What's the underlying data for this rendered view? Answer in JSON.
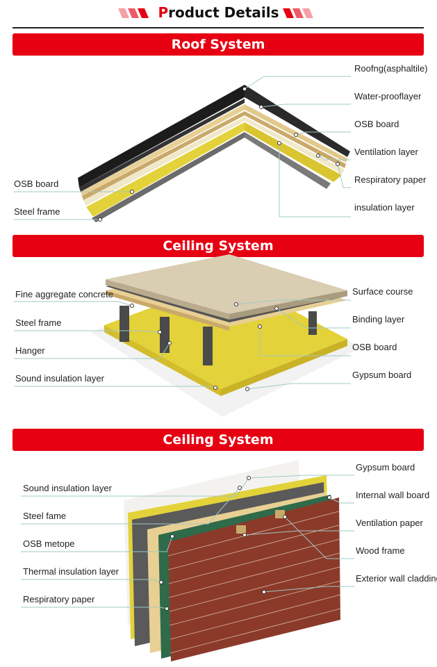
{
  "header": {
    "title_first": "P",
    "title_rest": "roduct Details"
  },
  "sections": [
    {
      "title": "Roof System",
      "labels_right": [
        "Roofng(asphaltile)",
        "Water-prooflayer",
        "OSB board",
        "Ventilation layer",
        "Respiratory paper",
        "insulation layer"
      ],
      "labels_left": [
        "OSB board",
        "Steel frame"
      ]
    },
    {
      "title": "Ceiling System",
      "labels_left": [
        "Fine aggregate concrete",
        "Steel frame",
        "Hanger",
        "Sound insulation layer"
      ],
      "labels_right": [
        "Surface course",
        "Binding layer",
        "OSB board",
        "Gypsum board"
      ]
    },
    {
      "title": "Ceiling System",
      "labels_left": [
        "Sound insulation layer",
        "Steel fame",
        "OSB metope",
        "Thermal insulation layer",
        "Respiratory paper"
      ],
      "labels_right": [
        "Gypsum board",
        "Internal wall board",
        "Ventilation paper",
        "Wood frame",
        "Exterior wall cladding"
      ]
    }
  ],
  "colors": {
    "brand_red": "#e60012",
    "leader_line": "#9fc9c6",
    "shingle": "#1c1c1c",
    "insulation": "#e3d23a",
    "osb": "#e8cf94",
    "brick": "#8b3a2a",
    "steel": "#5a5a5a",
    "membrane": "#2f6a4a"
  }
}
